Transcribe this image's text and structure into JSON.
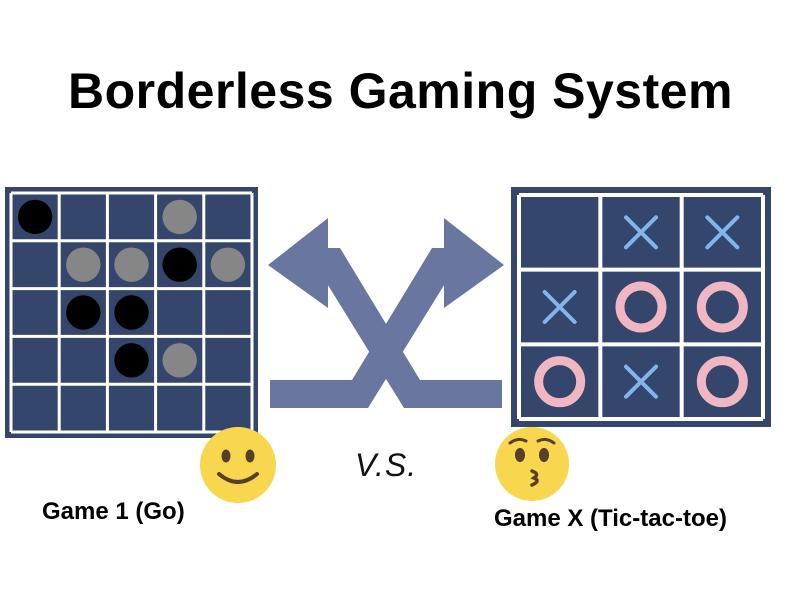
{
  "title": "Borderless Gaming System",
  "vs_label": "V.S.",
  "games": [
    {
      "caption": "Game 1 (Go)",
      "emoji": "slightly-smiling-face-icon"
    },
    {
      "caption": "Game X (Tic-tac-toe)",
      "emoji": "kissing-face-icon"
    }
  ],
  "go_board": {
    "rows": 5,
    "cols": 5,
    "stones": [
      [
        "black",
        "",
        "",
        "gray",
        ""
      ],
      [
        "",
        "gray",
        "gray",
        "black",
        "gray"
      ],
      [
        "",
        "black",
        "black",
        "",
        ""
      ],
      [
        "",
        "",
        "black",
        "gray",
        ""
      ],
      [
        "",
        "",
        "",
        "",
        ""
      ]
    ]
  },
  "ttt_board": {
    "cells": [
      [
        "",
        "X",
        "X"
      ],
      [
        "X",
        "O",
        "O"
      ],
      [
        "O",
        "X",
        "O"
      ]
    ]
  },
  "colors": {
    "board_bg": "#34466c",
    "grid_line": "#ffffff",
    "arrow": "#6977a0",
    "x_mark": "#7fb6ee",
    "o_mark": "#f0b6c2",
    "black_stone": "#000000",
    "gray_stone": "#868686",
    "emoji_yellow": "#f8d64e",
    "emoji_dark": "#56402a"
  }
}
